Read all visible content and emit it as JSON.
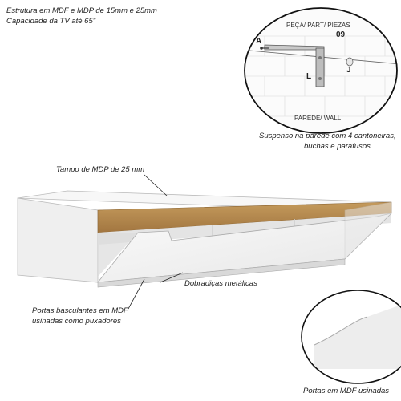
{
  "specs": {
    "line1": "Estrutura em  MDF e MDP de  15mm e 25mm",
    "line2": "Capacidade da TV até 65\""
  },
  "detail": {
    "part_header": "PEÇA/ PART/ PIEZAS",
    "part_number": "09",
    "label_a": "A",
    "label_l": "L",
    "label_j": "J",
    "wall_label": "PAREDE/ WALL"
  },
  "mount_note": {
    "line1": "Suspenso na parede com 4 cantoneiras,",
    "line2": "buchas e parafusos."
  },
  "callouts": {
    "top": "Tampo de MDP de 25 mm",
    "hinges": "Dobradiças metálicas",
    "doors_line1": "Portas basculantes em MDF",
    "doors_line2": "usinadas como puxadores",
    "zoom_caption": "Portas em MDF usinadas"
  },
  "colors": {
    "wood": "#b5894e",
    "white": "#f4f4f4"
  }
}
